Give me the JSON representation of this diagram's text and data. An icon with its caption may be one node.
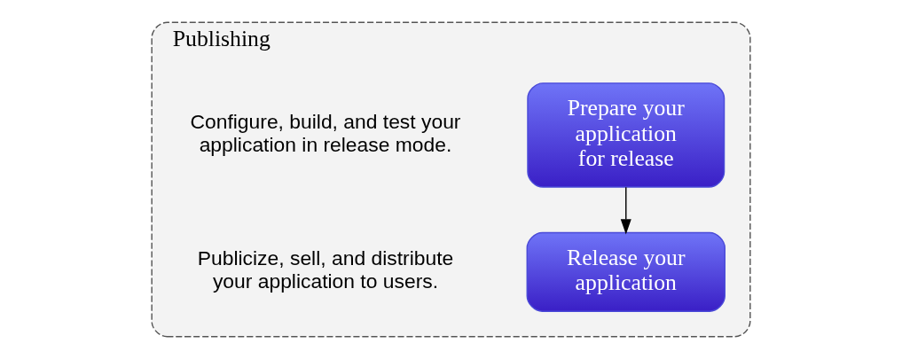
{
  "diagram": {
    "nodes": [
      {
        "text": [
          "Publishing"
        ]
      },
      {
        "text": [
          "Prepare your application for release"
        ],
        "in": 0,
        "beside": [
          "Configure, build, and test your application in release mode."
        ]
      },
      {
        "text": [
          "Release your application"
        ],
        "in": 0,
        "beside": [
          "Publicize, sell, and distribute your application to users."
        ]
      }
    ],
    "edges": [
      {
        "from": 1,
        "to": 2,
        "arrow": "to"
      }
    ]
  }
}
